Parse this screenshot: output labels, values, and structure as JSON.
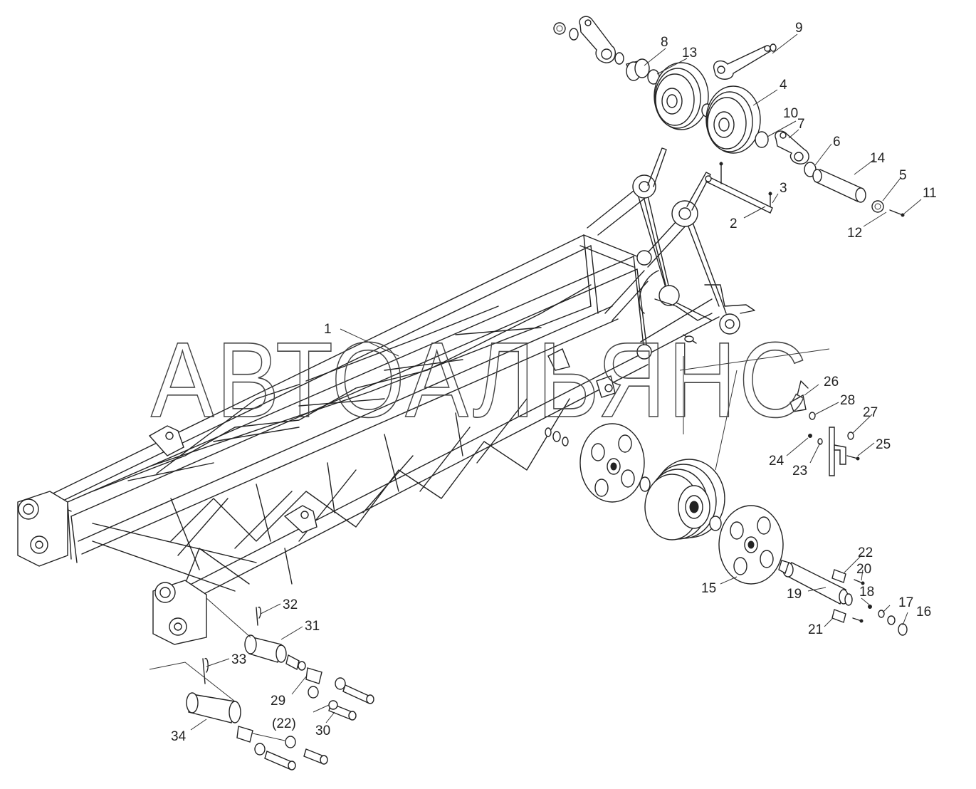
{
  "watermark": "АВТОАЛЬЯНС",
  "callouts": [
    "1",
    "2",
    "3",
    "4",
    "5",
    "6",
    "7",
    "8",
    "9",
    "10",
    "11",
    "12",
    "13",
    "14",
    "15",
    "16",
    "17",
    "18",
    "19",
    "20",
    "21",
    "22",
    "23",
    "24",
    "25",
    "26",
    "27",
    "28",
    "29",
    "(22)",
    "30",
    "31",
    "32",
    "33",
    "34"
  ]
}
